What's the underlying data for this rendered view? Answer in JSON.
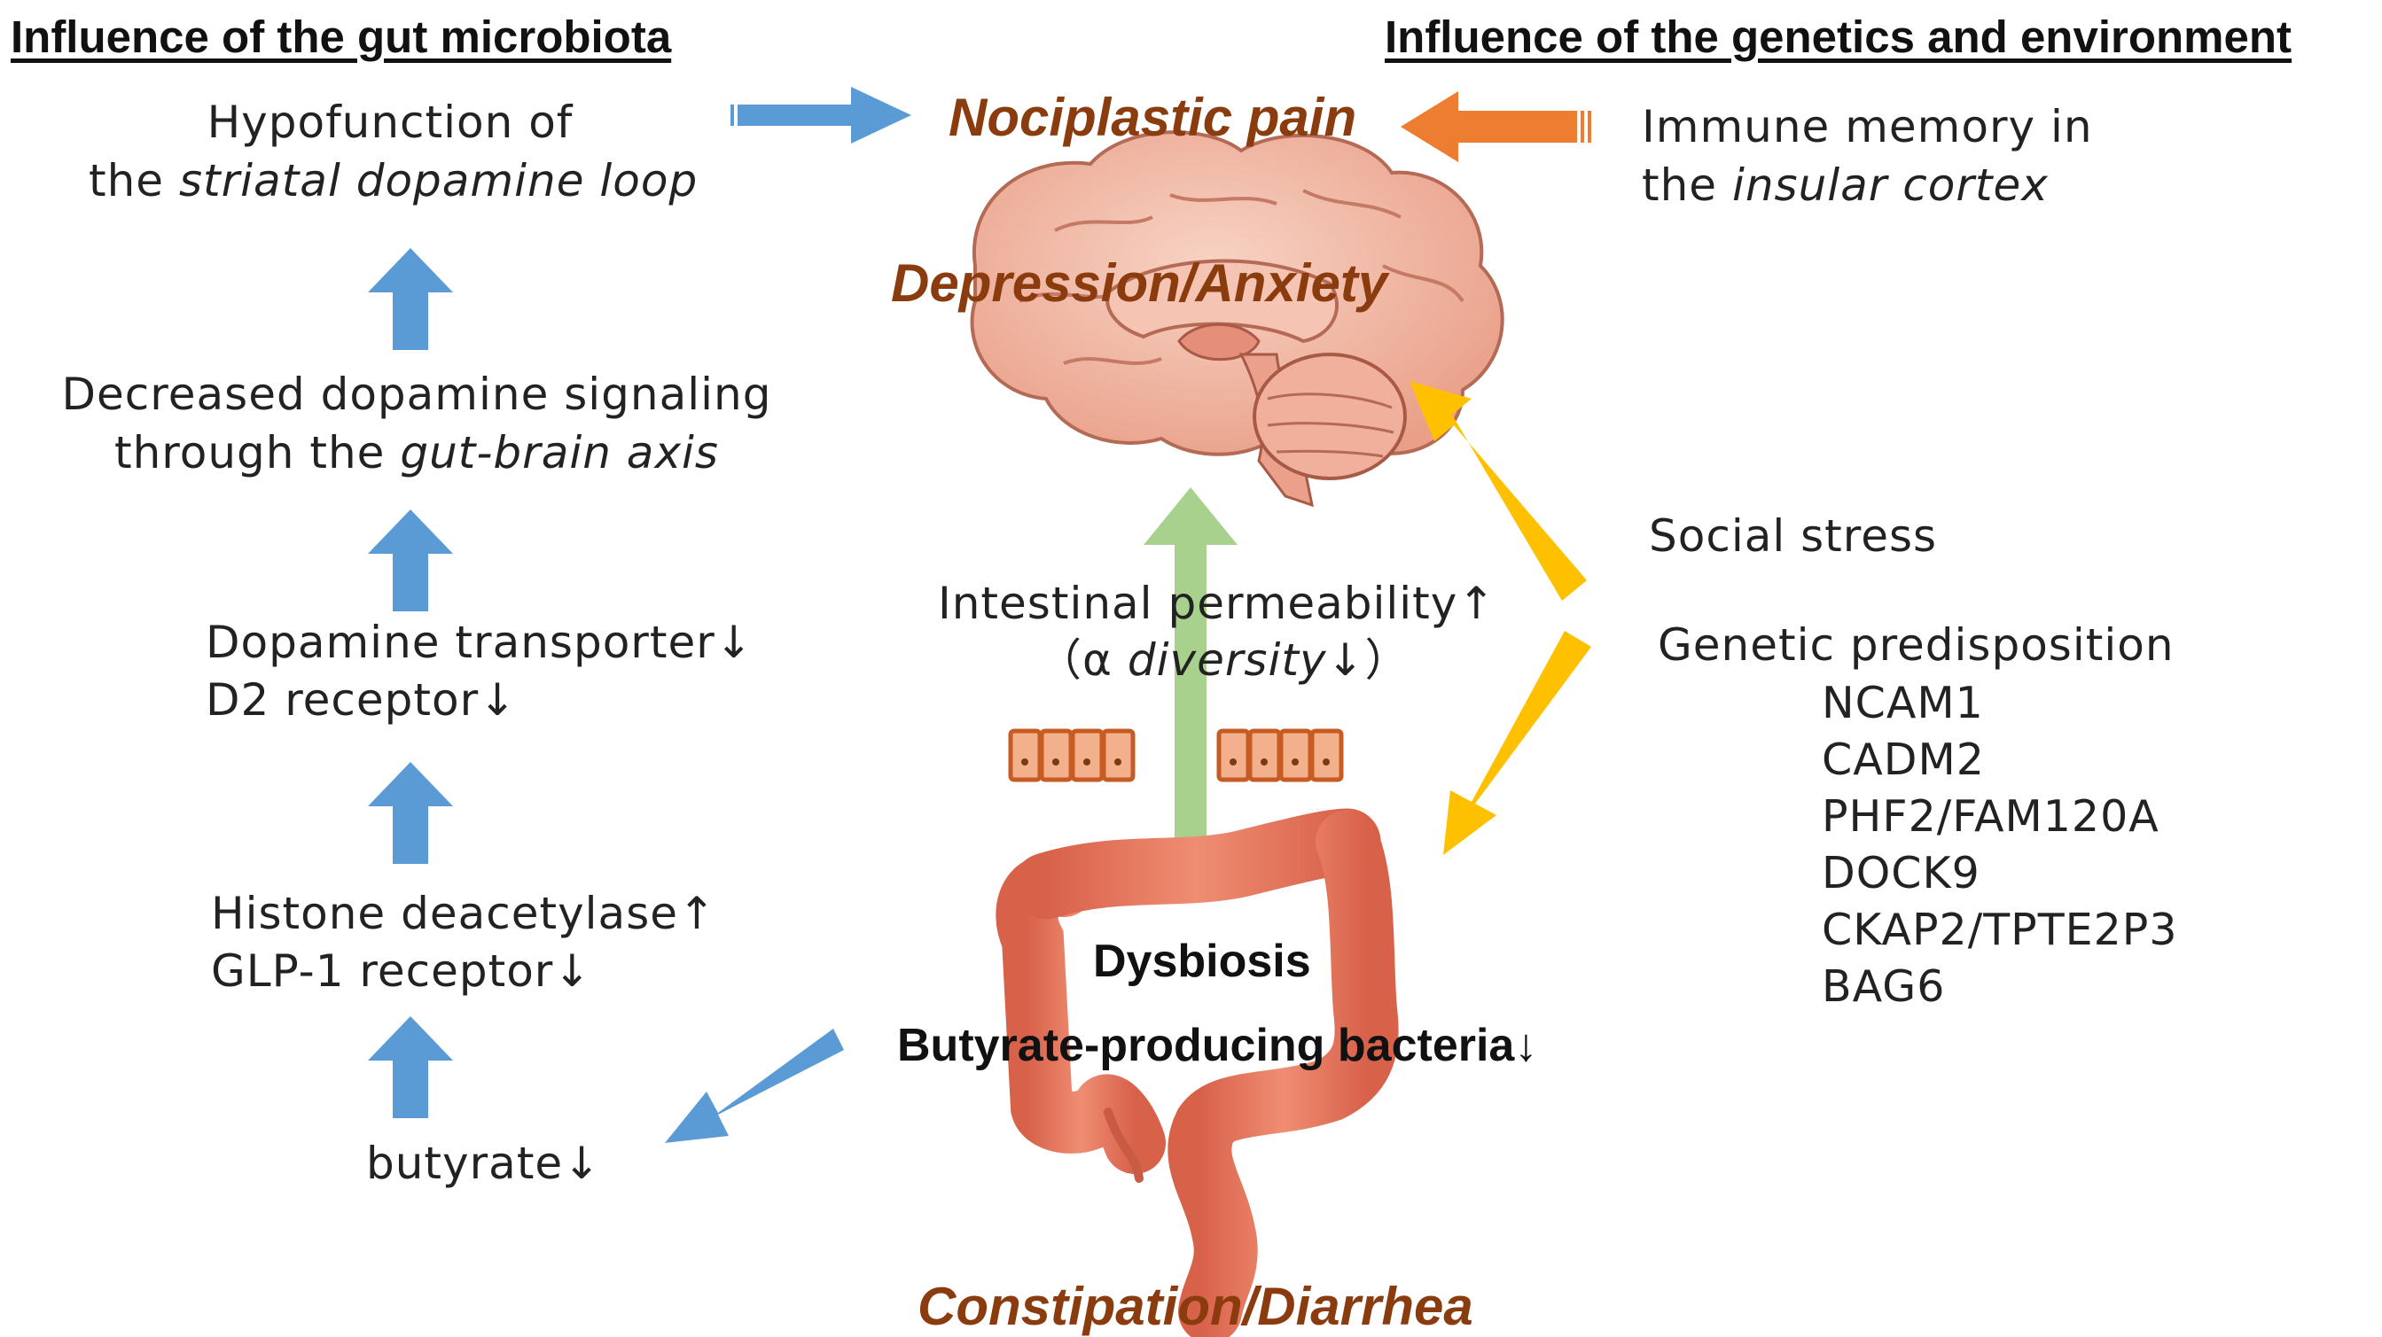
{
  "headers": {
    "left": "Influence of the gut microbiota",
    "right": "Influence of the genetics and  environment"
  },
  "outcomes": {
    "top": "Nociplastic pain",
    "mid": "Depression/Anxiety",
    "bottom": "Constipation/Diarrhea"
  },
  "left_chain": {
    "hypo_line1": "Hypofunction of",
    "hypo_line2_prefix": "the ",
    "hypo_line2_italic": "striatal dopamine loop",
    "decreased_line1": "Decreased dopamine signaling",
    "decreased_line2_prefix": "through the ",
    "decreased_line2_italic": "gut-brain axis",
    "transporter": "Dopamine transporter↓",
    "d2": "D2 receptor↓",
    "histone": "Histone deacetylase↑",
    "glp1": "GLP-1 receptor↓",
    "butyrate": "butyrate↓"
  },
  "right_side": {
    "immune_line1": "Immune memory in",
    "immune_line2_prefix": "the ",
    "immune_line2_italic": "insular cortex",
    "social": "Social stress",
    "genetic": "Genetic predisposition",
    "genes": [
      "NCAM1",
      "CADM2",
      "PHF2/FAM120A",
      "DOCK9",
      "CKAP2/TPTE2P3",
      "BAG6"
    ]
  },
  "center": {
    "permeability": "Intestinal permeability↑",
    "alpha_prefix": "（α ",
    "alpha_italic": "diversity",
    "alpha_suffix": "↓）",
    "dysbiosis": "Dysbiosis",
    "butyrate_bacteria": "Butyrate-producing bacteria↓"
  },
  "colors": {
    "blue_arrow": "#5b9bd5",
    "orange_arrow": "#ed7d31",
    "yellow_arrow": "#ffc000",
    "green_arrow": "#a9d18e",
    "outcome_text": "#8b3c0f",
    "brain": "#f2b8a2",
    "colon": "#e0735a"
  },
  "icons": [
    "brain-illustration",
    "colon-illustration",
    "intestinal-cells-icon"
  ]
}
